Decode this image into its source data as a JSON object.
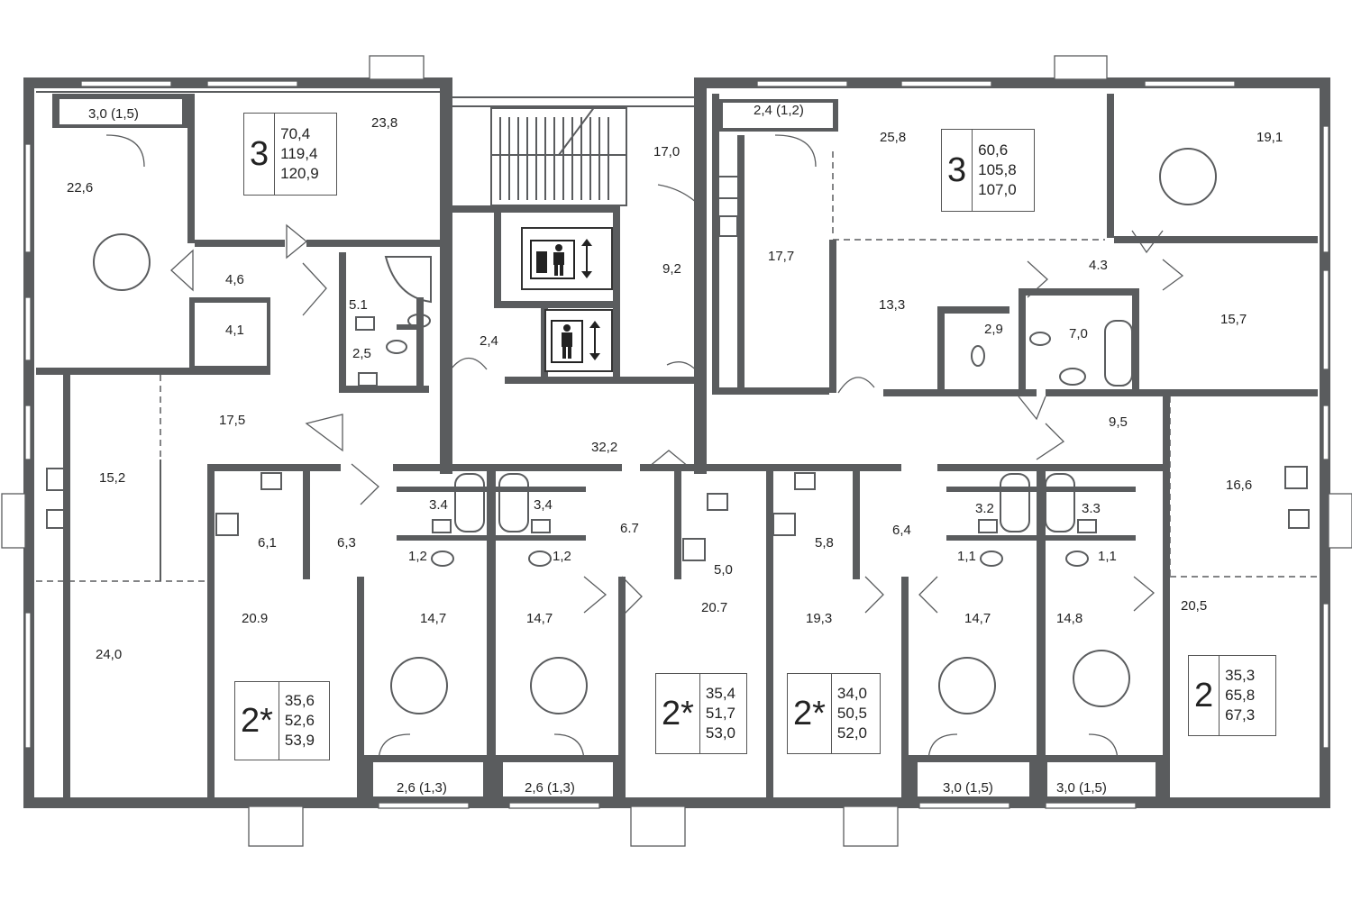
{
  "room_labels": [
    {
      "id": "balcony-nw",
      "text": "3,0 (1,5)"
    },
    {
      "id": "room-23-8",
      "text": "23,8"
    },
    {
      "id": "room-17-0",
      "text": "17,0"
    },
    {
      "id": "balcony-n",
      "text": "2,4 (1,2)"
    },
    {
      "id": "room-25-8",
      "text": "25,8"
    },
    {
      "id": "room-19-1",
      "text": "19,1"
    },
    {
      "id": "room-22-6",
      "text": "22,6"
    },
    {
      "id": "room-4-6",
      "text": "4,6"
    },
    {
      "id": "room-5-1",
      "text": "5.1"
    },
    {
      "id": "room-9-2",
      "text": "9,2"
    },
    {
      "id": "room-17-7",
      "text": "17,7"
    },
    {
      "id": "room-4-3",
      "text": "4.3"
    },
    {
      "id": "room-4-1",
      "text": "4,1"
    },
    {
      "id": "room-2-5",
      "text": "2,5"
    },
    {
      "id": "room-2-4",
      "text": "2,4"
    },
    {
      "id": "room-13-3",
      "text": "13,3"
    },
    {
      "id": "room-2-9",
      "text": "2,9"
    },
    {
      "id": "room-7-0",
      "text": "7,0"
    },
    {
      "id": "room-15-7",
      "text": "15,7"
    },
    {
      "id": "room-17-5",
      "text": "17,5"
    },
    {
      "id": "room-32-2",
      "text": "32,2"
    },
    {
      "id": "room-9-5",
      "text": "9,5"
    },
    {
      "id": "room-15-2",
      "text": "15,2"
    },
    {
      "id": "room-16-6",
      "text": "16,6"
    },
    {
      "id": "room-6-1",
      "text": "6,1"
    },
    {
      "id": "room-6-3",
      "text": "6,3"
    },
    {
      "id": "room-3-4a",
      "text": "3.4"
    },
    {
      "id": "room-3-4b",
      "text": "3,4"
    },
    {
      "id": "room-6-7",
      "text": "6.7"
    },
    {
      "id": "room-5-0",
      "text": "5,0"
    },
    {
      "id": "room-5-8",
      "text": "5,8"
    },
    {
      "id": "room-6-4",
      "text": "6,4"
    },
    {
      "id": "room-3-2",
      "text": "3.2"
    },
    {
      "id": "room-3-3",
      "text": "3.3"
    },
    {
      "id": "room-1-2a",
      "text": "1,2"
    },
    {
      "id": "room-1-2b",
      "text": "1,2"
    },
    {
      "id": "room-1-1a",
      "text": "1,1"
    },
    {
      "id": "room-1-1b",
      "text": "1,1"
    },
    {
      "id": "room-24-0",
      "text": "24,0"
    },
    {
      "id": "room-20-9",
      "text": "20.9"
    },
    {
      "id": "room-14-7a",
      "text": "14,7"
    },
    {
      "id": "room-14-7b",
      "text": "14,7"
    },
    {
      "id": "room-20-7",
      "text": "20.7"
    },
    {
      "id": "room-19-3",
      "text": "19,3"
    },
    {
      "id": "room-14-7c",
      "text": "14,7"
    },
    {
      "id": "room-14-8",
      "text": "14,8"
    },
    {
      "id": "room-20-5",
      "text": "20,5"
    },
    {
      "id": "balcony-s1",
      "text": "2,6 (1,3)"
    },
    {
      "id": "balcony-s2",
      "text": "2,6 (1,3)"
    },
    {
      "id": "balcony-s3",
      "text": "3,0 (1,5)"
    },
    {
      "id": "balcony-s4",
      "text": "3,0 (1,5)"
    }
  ],
  "apartments": [
    {
      "id": "apt-nw",
      "rooms": "3",
      "areas": [
        "70,4",
        "119,4",
        "120,9"
      ]
    },
    {
      "id": "apt-ne",
      "rooms": "3",
      "areas": [
        "60,6",
        "105,8",
        "107,0"
      ]
    },
    {
      "id": "apt-s1",
      "rooms": "2*",
      "areas": [
        "35,6",
        "52,6",
        "53,9"
      ]
    },
    {
      "id": "apt-s2",
      "rooms": "2*",
      "areas": [
        "35,4",
        "51,7",
        "53,0"
      ]
    },
    {
      "id": "apt-s3",
      "rooms": "2*",
      "areas": [
        "34,0",
        "50,5",
        "52,0"
      ]
    },
    {
      "id": "apt-se",
      "rooms": "2",
      "areas": [
        "35,3",
        "65,8",
        "67,3"
      ]
    }
  ],
  "lifts": [
    {
      "id": "cargo-lift",
      "icon": "cargo-elevator-icon"
    },
    {
      "id": "passenger-lift",
      "icon": "passenger-elevator-icon"
    }
  ],
  "colors": {
    "wall": "#5a5c5e",
    "text": "#222222"
  }
}
